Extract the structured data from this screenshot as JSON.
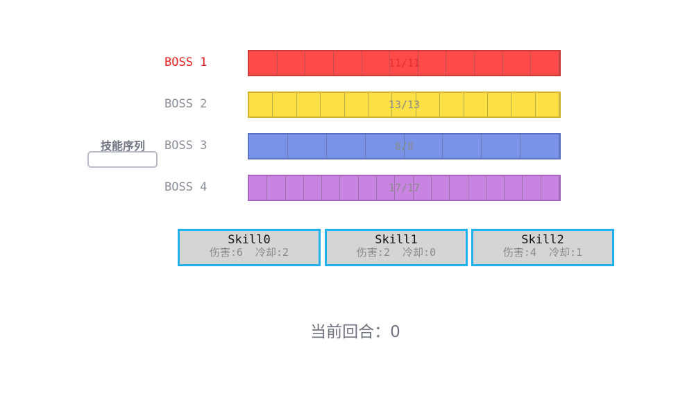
{
  "bosses": [
    {
      "label": "BOSS 1",
      "hp_text": "11/11",
      "current": 11,
      "max": 11,
      "segments": 11,
      "fill": "#ff4a4a",
      "border": "#cc3a3a",
      "active": true
    },
    {
      "label": "BOSS 2",
      "hp_text": "13/13",
      "current": 13,
      "max": 13,
      "segments": 13,
      "fill": "#fce046",
      "border": "#d3b42f",
      "active": false
    },
    {
      "label": "BOSS 3",
      "hp_text": "8/8",
      "current": 8,
      "max": 8,
      "segments": 8,
      "fill": "#7993e8",
      "border": "#5a72c2",
      "active": false
    },
    {
      "label": "BOSS 4",
      "hp_text": "17/17",
      "current": 17,
      "max": 17,
      "segments": 17,
      "fill": "#c884e0",
      "border": "#a566bd",
      "active": false
    }
  ],
  "skill_sequence": {
    "label": "技能序列"
  },
  "skills": [
    {
      "name": "Skill0",
      "stats": "伤害:6  冷却:2"
    },
    {
      "name": "Skill1",
      "stats": "伤害:2  冷却:0"
    },
    {
      "name": "Skill2",
      "stats": "伤害:4  冷却:1"
    }
  ],
  "round": {
    "text": "当前回合：0"
  },
  "colors": {
    "active_label": "#e52222",
    "inactive_label": "#8c9099",
    "skill_border": "#22b1ea",
    "skill_bg": "#d4d5d4"
  }
}
